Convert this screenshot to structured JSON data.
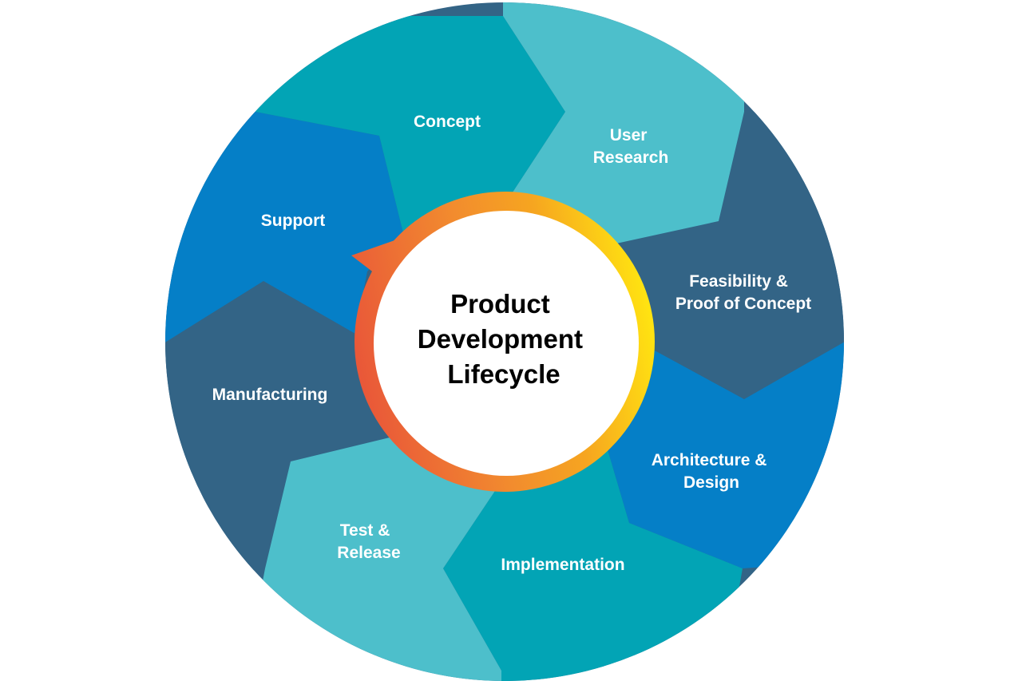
{
  "title_lines": [
    "Product",
    "Development",
    "Lifecycle"
  ],
  "stages": [
    {
      "lines": [
        "Concept"
      ],
      "color": "#02A4B5"
    },
    {
      "lines": [
        "User",
        "Research"
      ],
      "color": "#4DBFCB"
    },
    {
      "lines": [
        "Feasibility &",
        "Proof of Concept"
      ],
      "color": "#336486"
    },
    {
      "lines": [
        "Architecture &",
        "Design"
      ],
      "color": "#057FC7"
    },
    {
      "lines": [
        "Implementation"
      ],
      "color": "#02A4B5"
    },
    {
      "lines": [
        "Test &",
        "Release"
      ],
      "color": "#4DBFCB"
    },
    {
      "lines": [
        "Manufacturing"
      ],
      "color": "#336486"
    },
    {
      "lines": [
        "Support"
      ],
      "color": "#057FC7"
    }
  ],
  "arrow_gradient": [
    "#E8523A",
    "#F28C2E",
    "#F6A520",
    "#FFE311"
  ]
}
